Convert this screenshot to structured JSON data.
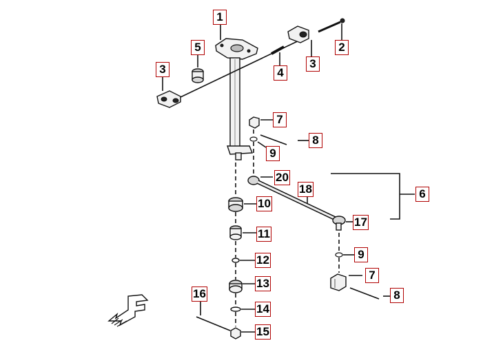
{
  "diagram": {
    "callouts": [
      {
        "id": "c1",
        "text": "1"
      },
      {
        "id": "c2",
        "text": "2"
      },
      {
        "id": "c3a",
        "text": "3"
      },
      {
        "id": "c3b",
        "text": "3"
      },
      {
        "id": "c4",
        "text": "4"
      },
      {
        "id": "c5",
        "text": "5"
      },
      {
        "id": "c6",
        "text": "6"
      },
      {
        "id": "c7a",
        "text": "7"
      },
      {
        "id": "c7b",
        "text": "7"
      },
      {
        "id": "c8a",
        "text": "8"
      },
      {
        "id": "c8b",
        "text": "8"
      },
      {
        "id": "c9a",
        "text": "9"
      },
      {
        "id": "c9b",
        "text": "9"
      },
      {
        "id": "c10",
        "text": "10"
      },
      {
        "id": "c11",
        "text": "11"
      },
      {
        "id": "c12",
        "text": "12"
      },
      {
        "id": "c13",
        "text": "13"
      },
      {
        "id": "c14",
        "text": "14"
      },
      {
        "id": "c15",
        "text": "15"
      },
      {
        "id": "c16",
        "text": "16"
      },
      {
        "id": "c17",
        "text": "17"
      },
      {
        "id": "c18",
        "text": "18"
      },
      {
        "id": "c20",
        "text": "20"
      }
    ],
    "front_marker": "F",
    "callout_border_color": "#b00000"
  }
}
